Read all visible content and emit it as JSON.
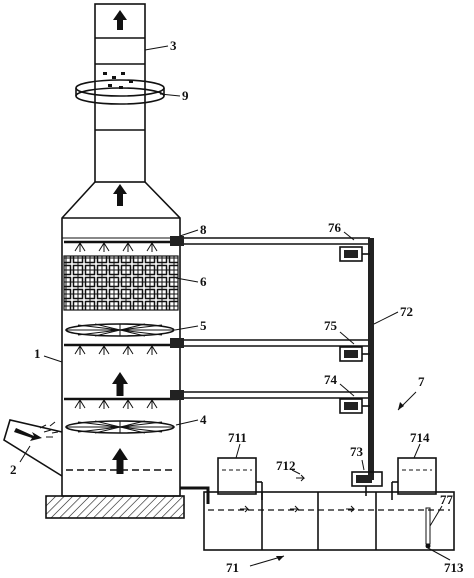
{
  "labels": {
    "l1": "1",
    "l2": "2",
    "l3": "3",
    "l4": "4",
    "l5": "5",
    "l6": "6",
    "l7": "7",
    "l8": "8",
    "l9": "9",
    "l71": "71",
    "l72": "72",
    "l73": "73",
    "l74": "74",
    "l75": "75",
    "l76": "76",
    "l77": "77",
    "l711": "711",
    "l712": "712",
    "l713": "713",
    "l714": "714"
  },
  "colors": {
    "line": "#111111",
    "fill_dark": "#222222",
    "water": "#111111"
  }
}
